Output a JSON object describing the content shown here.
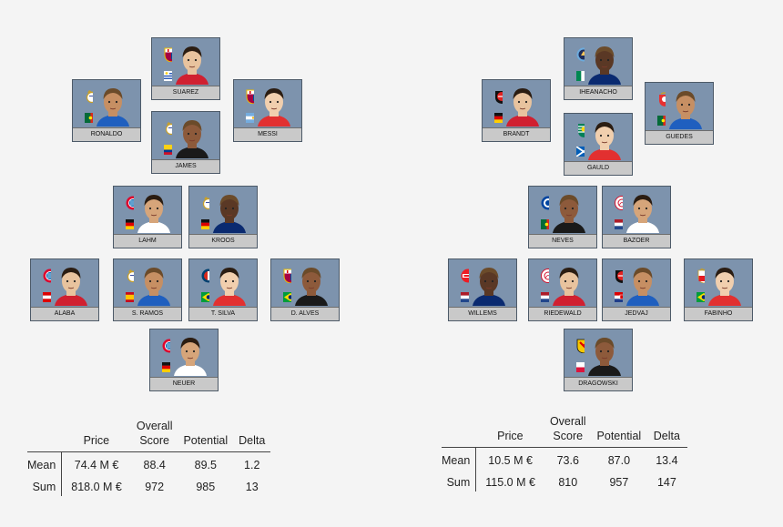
{
  "teams": [
    {
      "players": [
        {
          "name": "SUAREZ",
          "club": "barcelona",
          "nation": "uruguay"
        },
        {
          "name": "RONALDO",
          "club": "real-madrid",
          "nation": "portugal"
        },
        {
          "name": "MESSI",
          "club": "barcelona",
          "nation": "argentina"
        },
        {
          "name": "JAMES",
          "club": "real-madrid",
          "nation": "colombia"
        },
        {
          "name": "LAHM",
          "club": "bayern",
          "nation": "germany"
        },
        {
          "name": "KROOS",
          "club": "real-madrid",
          "nation": "germany"
        },
        {
          "name": "ALABA",
          "club": "bayern",
          "nation": "austria"
        },
        {
          "name": "S. RAMOS",
          "club": "real-madrid",
          "nation": "spain"
        },
        {
          "name": "T. SILVA",
          "club": "psg",
          "nation": "brazil"
        },
        {
          "name": "D. ALVES",
          "club": "barcelona",
          "nation": "brazil"
        },
        {
          "name": "NEUER",
          "club": "bayern",
          "nation": "germany"
        }
      ],
      "stats": {
        "columns": [
          "Price",
          "Overall\nScore",
          "Potential",
          "Delta"
        ],
        "rows": [
          {
            "label": "Mean",
            "values": [
              "74.4 M €",
              "88.4",
              "89.5",
              "1.2"
            ]
          },
          {
            "label": "Sum",
            "values": [
              "818.0 M €",
              "972",
              "985",
              "13"
            ]
          }
        ]
      }
    },
    {
      "players": [
        {
          "name": "IHEANACHO",
          "club": "man-city",
          "nation": "nigeria"
        },
        {
          "name": "BRANDT",
          "club": "leverkusen",
          "nation": "germany"
        },
        {
          "name": "GUEDES",
          "club": "benfica",
          "nation": "portugal"
        },
        {
          "name": "GAULD",
          "club": "sporting",
          "nation": "scotland"
        },
        {
          "name": "NEVES",
          "club": "porto",
          "nation": "portugal"
        },
        {
          "name": "BAZOER",
          "club": "ajax",
          "nation": "netherlands"
        },
        {
          "name": "WILLEMS",
          "club": "psv",
          "nation": "netherlands"
        },
        {
          "name": "RIEDEWALD",
          "club": "ajax",
          "nation": "netherlands"
        },
        {
          "name": "JEDVAJ",
          "club": "leverkusen",
          "nation": "croatia"
        },
        {
          "name": "FABINHO",
          "club": "monaco",
          "nation": "brazil"
        },
        {
          "name": "DRAGOWSKI",
          "club": "jagiellonia",
          "nation": "poland"
        }
      ],
      "stats": {
        "columns": [
          "Price",
          "Overall\nScore",
          "Potential",
          "Delta"
        ],
        "rows": [
          {
            "label": "Mean",
            "values": [
              "10.5 M €",
              "73.6",
              "87.0",
              "13.4"
            ]
          },
          {
            "label": "Sum",
            "values": [
              "115.0 M €",
              "810",
              "957",
              "147"
            ]
          }
        ]
      }
    }
  ],
  "colors": {
    "card_bg": "#7d93ad",
    "name_bar": "#c9c9c9",
    "page_bg": "#f4f4f4"
  }
}
